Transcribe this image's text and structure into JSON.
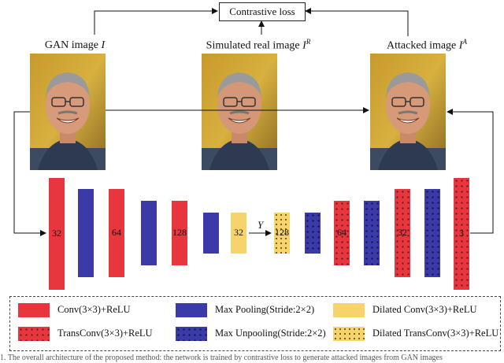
{
  "loss_label": "Contrastive loss",
  "images": {
    "gan": {
      "prefix": "GAN image ",
      "var": "I",
      "sup": ""
    },
    "simulated": {
      "prefix": "Simulated real image ",
      "var": "I",
      "sup": "R"
    },
    "attacked": {
      "prefix": "Attacked image ",
      "var": "I",
      "sup": "A"
    }
  },
  "network": {
    "blocks": [
      {
        "label": "32",
        "type": "conv"
      },
      {
        "label": "",
        "type": "pool"
      },
      {
        "label": "64",
        "type": "conv"
      },
      {
        "label": "",
        "type": "pool"
      },
      {
        "label": "128",
        "type": "conv"
      },
      {
        "label": "",
        "type": "pool"
      },
      {
        "label": "32",
        "type": "dilated-conv"
      },
      {
        "label": "128",
        "type": "dilated-transconv"
      },
      {
        "label": "",
        "type": "unpool"
      },
      {
        "label": "64",
        "type": "transconv"
      },
      {
        "label": "",
        "type": "unpool"
      },
      {
        "label": "32",
        "type": "transconv"
      },
      {
        "label": "",
        "type": "unpool"
      },
      {
        "label": "3",
        "type": "transconv"
      }
    ],
    "latent_label": "Y"
  },
  "legend": {
    "conv": "Conv(3×3)+ReLU",
    "pool": "Max Pooling(Stride:2×2)",
    "dilated_conv": "Dilated Conv(3×3)+ReLU",
    "transconv": "TransConv(3×3)+ReLU",
    "unpool": "Max Unpooling(Stride:2×2)",
    "dilated_transconv": "Dilated TransConv(3×3)+ReLU"
  },
  "colors": {
    "conv": "#e8363f",
    "pool": "#3a3aa8",
    "dilated": "#f6d46b"
  },
  "caption": "1. The overall architecture of the proposed method: the network is trained by contrastive loss to generate attacked images from GAN images"
}
